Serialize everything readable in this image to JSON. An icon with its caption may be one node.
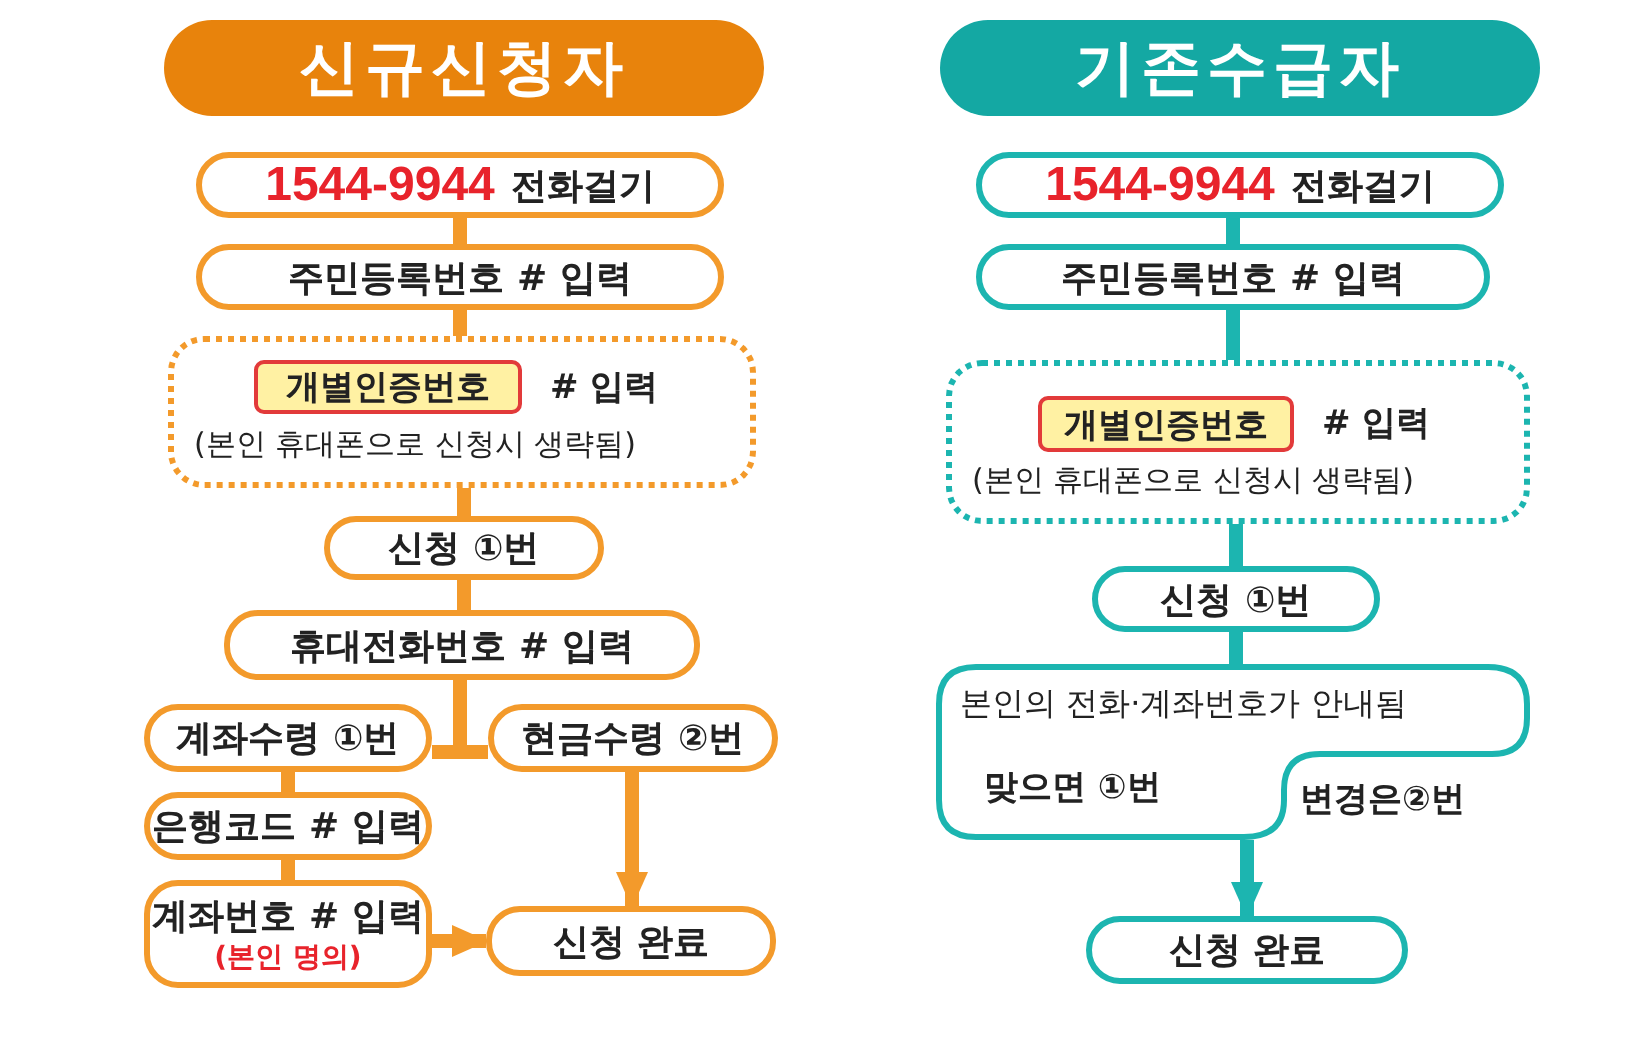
{
  "diagram": {
    "nodes": [
      {
        "text": [
          "신규신청자"
        ]
      },
      {
        "text": [
          "1544-9944",
          "전화걸기"
        ]
      },
      {
        "text": [
          "주민등록번호 # 입력"
        ]
      },
      {
        "text": [
          "# 입력",
          "(본인 휴대폰으로 신청시 생략됨)"
        ]
      },
      {
        "text": [
          "개별인증번호"
        ],
        "in": 3
      },
      {
        "text": [
          "신청 ①번"
        ]
      },
      {
        "text": [
          "휴대전화번호 # 입력"
        ]
      },
      {
        "text": [
          "계좌수령 ①번"
        ]
      },
      {
        "text": [
          "현금수령 ②번"
        ]
      },
      {
        "text": [
          "은행코드 # 입력"
        ]
      },
      {
        "text": [
          "계좌번호 # 입력",
          "(본인 명의)"
        ]
      },
      {
        "text": [
          "신청 완료"
        ]
      },
      {
        "text": [
          "기존수급자"
        ]
      },
      {
        "text": [
          "1544-9944",
          "전화걸기"
        ]
      },
      {
        "text": [
          "주민등록번호 # 입력"
        ]
      },
      {
        "text": [
          "# 입력",
          "(본인 휴대폰으로 신청시 생략됨)"
        ]
      },
      {
        "text": [
          "개별인증번호"
        ],
        "in": 15
      },
      {
        "text": [
          "신청 ①번"
        ]
      },
      {
        "text": [
          "본인의 전화·계좌번호가 안내됨",
          "맞으면 ①번"
        ],
        "beside": [
          "변경은②번"
        ]
      },
      {
        "text": [
          "신청 완료"
        ]
      }
    ],
    "edges": [
      {
        "from": 1,
        "to": 2,
        "arrow": "none"
      },
      {
        "from": 2,
        "to": 3,
        "arrow": "none"
      },
      {
        "from": 3,
        "to": 5,
        "arrow": "none"
      },
      {
        "from": 5,
        "to": 6,
        "arrow": "none"
      },
      {
        "from": 6,
        "to": 7,
        "arrow": "none"
      },
      {
        "from": 6,
        "to": 8,
        "arrow": "none"
      },
      {
        "from": 7,
        "to": 9,
        "arrow": "none"
      },
      {
        "from": 9,
        "to": 10,
        "arrow": "none"
      },
      {
        "from": 10,
        "to": 11,
        "arrow": "to"
      },
      {
        "from": 8,
        "to": 11,
        "arrow": "to"
      },
      {
        "from": 13,
        "to": 14,
        "arrow": "none",
        "color": "#1cb5b0"
      },
      {
        "from": 14,
        "to": 15,
        "arrow": "none",
        "color": "#1cb5b0"
      },
      {
        "from": 15,
        "to": 17,
        "arrow": "none",
        "color": "#1cb5b0"
      },
      {
        "from": 17,
        "to": 18,
        "arrow": "none",
        "color": "#1cb5b0"
      },
      {
        "from": 18,
        "to": 19,
        "arrow": "to",
        "color": "#1cb5b0"
      }
    ]
  }
}
